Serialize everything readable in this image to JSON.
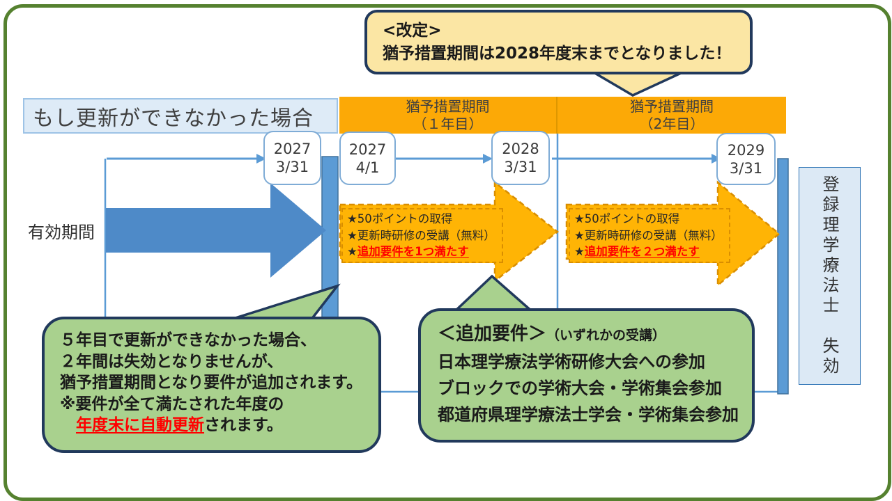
{
  "colors": {
    "outer_border": "#55812F",
    "accent_blue": "#5B9BD5",
    "big_arrow_blue": "#4E8AC8",
    "bar_border": "#41719C",
    "orange_header": "#FCA906",
    "orange_arrow": "#FFB405",
    "orange_edge": "#D98E00",
    "cream": "#FBE6A4",
    "navy_border": "#21395C",
    "green_fill": "#A9D18E",
    "lightblue_fill": "#DEEBF7",
    "lightblue_border": "#9DC3E6",
    "invalid_fill": "#DCE9F5",
    "invalid_border": "#2E74B5",
    "red_text": "#FF0000"
  },
  "top_callout": {
    "lines": [
      [
        {
          "t": "<改定>"
        }
      ],
      [
        {
          "t": "猶予措置期間は2028年度末までとなりました！"
        }
      ]
    ]
  },
  "title_box": {
    "text": "もし更新ができなかった場合"
  },
  "valid_period_label": "有効期間",
  "grace_headers": [
    {
      "line1": "猶予措置期間",
      "line2": "（１年目）"
    },
    {
      "line1": "猶予措置期間",
      "line2": "（2年目）"
    }
  ],
  "dates": [
    {
      "year": "2027",
      "day": "3/31"
    },
    {
      "year": "2027",
      "day": "4/1"
    },
    {
      "year": "2028",
      "day": "3/31"
    },
    {
      "year": "2029",
      "day": "3/31"
    }
  ],
  "requirement_arrows": [
    {
      "lines": [
        [
          {
            "t": "★50ポイントの取得"
          }
        ],
        [
          {
            "t": "★更新時研修の受講（無料）"
          }
        ],
        [
          {
            "t": "★"
          },
          {
            "t": "追加要件を1つ満たす",
            "s": "red"
          }
        ]
      ]
    },
    {
      "lines": [
        [
          {
            "t": "★50ポイントの取得"
          }
        ],
        [
          {
            "t": "★更新時研修の受講（無料）"
          }
        ],
        [
          {
            "t": "★"
          },
          {
            "t": "追加要件を２つ満たす",
            "s": "red"
          }
        ]
      ]
    }
  ],
  "callout_left": {
    "lines": [
      [
        {
          "t": "５年目で更新ができなかった場合、"
        }
      ],
      [
        {
          "t": "２年間は失効となりませんが、"
        }
      ],
      [
        {
          "t": "猶予措置期間となり要件が追加されます。"
        }
      ],
      [
        {
          "t": "※要件が全て満たされた年度の"
        }
      ],
      [
        {
          "t": "　"
        },
        {
          "t": "年度末に自動更新",
          "s": "red"
        },
        {
          "t": "されます。"
        }
      ]
    ]
  },
  "callout_right": {
    "lines": [
      [
        {
          "t": "＜追加要件＞",
          "s": "big"
        },
        {
          "t": "（いずれかの受講）",
          "s": "small"
        }
      ],
      [
        {
          "t": "日本理学療法学術研修大会への参加"
        }
      ],
      [
        {
          "t": "ブロックでの学術大会・学術集会参加"
        }
      ],
      [
        {
          "t": "都道府県理学療法士学会・学術集会参加"
        }
      ]
    ]
  },
  "invalid_box": {
    "text": "登録理学療法士　失効"
  }
}
